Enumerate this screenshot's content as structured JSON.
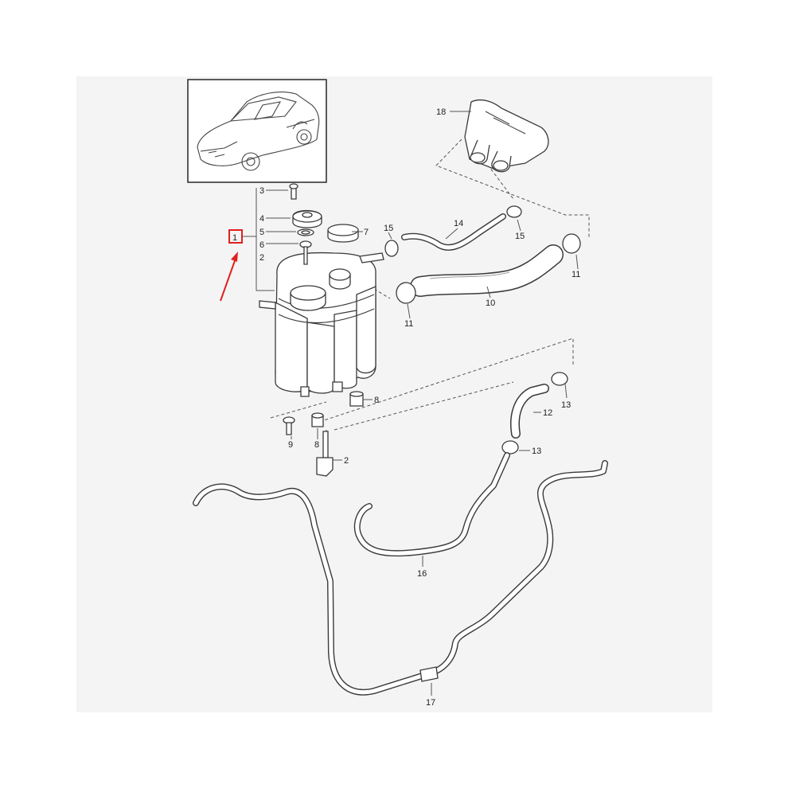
{
  "diagram": {
    "labels": {
      "l1": "1",
      "l2a": "2",
      "l2b": "2",
      "l3": "3",
      "l4": "4",
      "l5": "5",
      "l6": "6",
      "l7": "7",
      "l8a": "8",
      "l8b": "8",
      "l9": "9",
      "l10": "10",
      "l11a": "11",
      "l11b": "11",
      "l12": "12",
      "l13a": "13",
      "l13b": "13",
      "l14": "14",
      "l15a": "15",
      "l15b": "15",
      "l16": "16",
      "l17": "17",
      "l18": "18"
    },
    "highlight_color": "#e02020",
    "line_color": "#3a3a3a",
    "background_color": "#f4f4f4",
    "icons": [
      "car-thumbnail-icon",
      "red-arrow-icon"
    ]
  }
}
